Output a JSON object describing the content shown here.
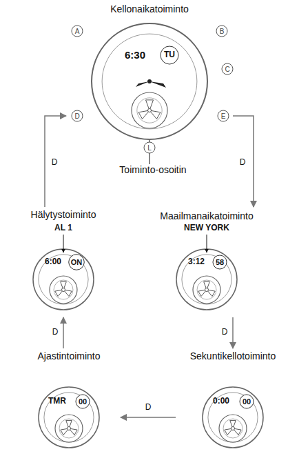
{
  "diagram": {
    "nodes": [
      {
        "text": [
          "Kellonaikatoiminto",
          "6:30",
          "TU"
        ]
      },
      {
        "text": [
          "Hälytystoiminto",
          "AL 1",
          "6:00",
          "ON"
        ]
      },
      {
        "text": [
          "Maailmanaikatoiminto",
          "NEW YORK",
          "3:12",
          "58"
        ]
      },
      {
        "text": [
          "Ajastintoiminto",
          "TMR",
          "00"
        ]
      },
      {
        "text": [
          "Sekuntikellotoiminto",
          "0:00",
          "00"
        ]
      }
    ],
    "edges": [
      {
        "from": 0,
        "to": 2,
        "label": "D",
        "arrow": "to"
      },
      {
        "from": 2,
        "to": 4,
        "label": "D",
        "arrow": "to"
      },
      {
        "from": 4,
        "to": 3,
        "label": "D",
        "arrow": "to"
      },
      {
        "from": 3,
        "to": 1,
        "label": "D",
        "arrow": "to"
      },
      {
        "from": 1,
        "to": 0,
        "label": "D",
        "arrow": "to"
      }
    ],
    "labels": [
      "A",
      "B",
      "C",
      "D",
      "E",
      "L",
      "Toiminto-osoitin"
    ]
  }
}
